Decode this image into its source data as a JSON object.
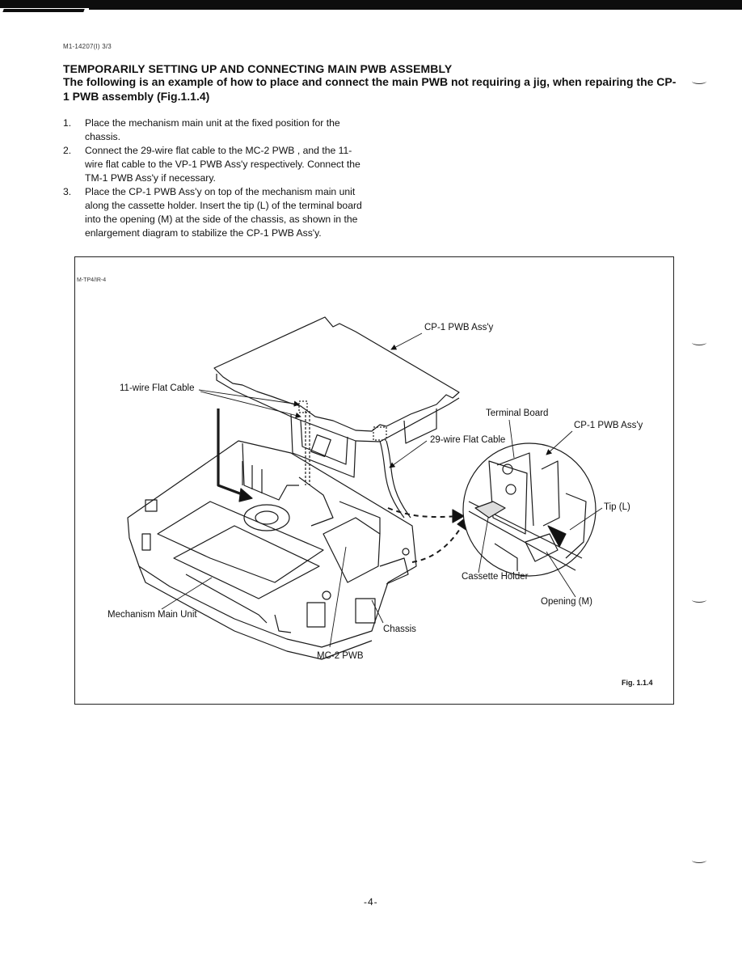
{
  "header": {
    "doc_id": "M1-14207(I) 3/3"
  },
  "section": {
    "heading": "TEMPORARILY SETTING UP AND CONNECTING MAIN PWB ASSEMBLY",
    "intro": "The following is an example of how to place and connect the main PWB not requiring a jig, when repairing the CP-1 PWB assembly (Fig.1.1.4)"
  },
  "steps": [
    {
      "num": "1.",
      "text": "Place the mechanism main unit at the fixed position for the chassis."
    },
    {
      "num": "2.",
      "text": "Connect the 29-wire flat cable to the MC-2 PWB , and the 11-wire flat cable to the VP-1 PWB Ass'y respectively. Connect the TM-1 PWB Ass'y if necessary."
    },
    {
      "num": "3.",
      "text": "Place the CP-1 PWB Ass'y on top of the mechanism main unit along the cassette holder. Insert the tip (L) of the terminal board into the opening (M) at the side of the chassis, as shown in the enlargement diagram to stabilize the CP-1 PWB Ass'y."
    }
  ],
  "figure": {
    "code": "M-TP4/IR-4",
    "caption": "Fig. 1.1.4",
    "labels": {
      "cp1_top": "CP-1 PWB Ass'y",
      "wire11": "11-wire Flat Cable",
      "terminal_board": "Terminal Board",
      "cp1_right": "CP-1 PWB Ass'y",
      "wire29": "29-wire Flat Cable",
      "tip": "Tip (L)",
      "cassette_holder": "Cassette Holder",
      "opening": "Opening (M)",
      "mechanism": "Mechanism Main Unit",
      "chassis": "Chassis",
      "mc2": "MC-2 PWB"
    }
  },
  "footer": {
    "page_number": "-4-"
  }
}
